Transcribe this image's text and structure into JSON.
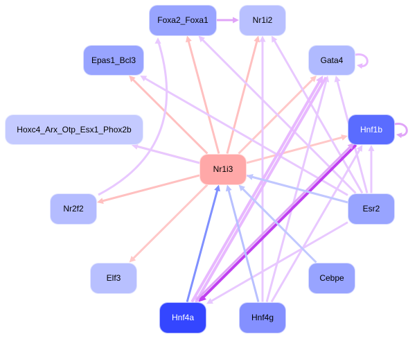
{
  "colors": {
    "regulates_out": "#ffc0c0",
    "interaction": "#e8c8ff",
    "strong_interaction": "#c040f0",
    "regulates_in_strong": "#8090ff",
    "regulates_in": "#c0c8ff"
  },
  "nodes": [
    {
      "id": "Foxa2_Foxa1",
      "label": "Foxa2_Foxa1",
      "fill": "#98a4ff",
      "text": "#000"
    },
    {
      "id": "Nr1i2",
      "label": "Nr1i2",
      "fill": "#b8c0ff",
      "text": "#000"
    },
    {
      "id": "Epas1_Bcl3",
      "label": "Epas1_Bcl3",
      "fill": "#98a4ff",
      "text": "#000"
    },
    {
      "id": "Gata4",
      "label": "Gata4",
      "fill": "#b0baff",
      "text": "#000"
    },
    {
      "id": "Hoxc4",
      "label": "Hoxc4_Arx_Otp_Esx1_Phox2b",
      "fill": "#c4caff",
      "text": "#000"
    },
    {
      "id": "Hnf1b",
      "label": "Hnf1b",
      "fill": "#5a6cff",
      "text": "#fff"
    },
    {
      "id": "Nr1i3",
      "label": "Nr1i3",
      "fill": "#ffa8a8",
      "text": "#000"
    },
    {
      "id": "Nr2f2",
      "label": "Nr2f2",
      "fill": "#b4bcff",
      "text": "#000"
    },
    {
      "id": "Esr2",
      "label": "Esr2",
      "fill": "#98a4ff",
      "text": "#000"
    },
    {
      "id": "Elf3",
      "label": "Elf3",
      "fill": "#b8c0ff",
      "text": "#000"
    },
    {
      "id": "Cebpe",
      "label": "Cebpe",
      "fill": "#98a4ff",
      "text": "#000"
    },
    {
      "id": "Hnf4a",
      "label": "Hnf4a",
      "fill": "#3446ff",
      "text": "#fff"
    },
    {
      "id": "Hnf4g",
      "label": "Hnf4g",
      "fill": "#8490ff",
      "text": "#000"
    }
  ],
  "edges": [
    {
      "from": "Nr1i3",
      "to": "Foxa2_Foxa1",
      "color": "#ffc0c0"
    },
    {
      "from": "Nr1i3",
      "to": "Nr1i2",
      "color": "#ffc0c0"
    },
    {
      "from": "Nr1i3",
      "to": "Epas1_Bcl3",
      "color": "#ffc0c0"
    },
    {
      "from": "Nr1i3",
      "to": "Gata4",
      "color": "#ffc8c8"
    },
    {
      "from": "Nr1i3",
      "to": "Hoxc4",
      "color": "#ffc8c8"
    },
    {
      "from": "Nr1i3",
      "to": "Hnf1b",
      "color": "#ffc8c8"
    },
    {
      "from": "Nr1i3",
      "to": "Nr2f2",
      "color": "#ffc0c0"
    },
    {
      "from": "Nr1i3",
      "to": "Elf3",
      "color": "#ffc8c8"
    },
    {
      "from": "Foxa2_Foxa1",
      "to": "Nr1i2",
      "color": "#e0a4f8"
    },
    {
      "from": "Gata4",
      "to": "Gata4",
      "color": "#e8b8ff"
    },
    {
      "from": "Hnf1b",
      "to": "Hnf1b",
      "color": "#e0a4f8"
    },
    {
      "from": "Nr2f2",
      "to": "Foxa2_Foxa1",
      "color": "#e8c8ff",
      "curved": true
    },
    {
      "from": "Esr2",
      "to": "Foxa2_Foxa1",
      "color": "#e8c8ff"
    },
    {
      "from": "Esr2",
      "to": "Nr1i2",
      "color": "#e8c8ff"
    },
    {
      "from": "Esr2",
      "to": "Epas1_Bcl3",
      "color": "#e8c8ff"
    },
    {
      "from": "Esr2",
      "to": "Hoxc4",
      "color": "#e8c8ff"
    },
    {
      "from": "Esr2",
      "to": "Gata4",
      "color": "#e8c8ff"
    },
    {
      "from": "Esr2",
      "to": "Hnf1b",
      "color": "#e8c8ff"
    },
    {
      "from": "Esr2",
      "to": "Hnf4a",
      "color": "#e8c8ff"
    },
    {
      "from": "Hnf4g",
      "to": "Nr1i2",
      "color": "#e8c8ff"
    },
    {
      "from": "Hnf4g",
      "to": "Gata4",
      "color": "#e8c8ff"
    },
    {
      "from": "Hnf4g",
      "to": "Hnf1b",
      "color": "#e8c8ff"
    },
    {
      "from": "Hnf4a",
      "to": "Gata4",
      "color": "#e8b8ff",
      "thick": true
    },
    {
      "from": "Gata4",
      "to": "Hnf4a",
      "color": "#e8b8ff",
      "thick": true
    },
    {
      "from": "Hnf1b",
      "to": "Hnf4a",
      "color": "#c040f0",
      "thick": true
    },
    {
      "from": "Hnf4a",
      "to": "Hnf1b",
      "color": "#e0a4f8"
    },
    {
      "from": "Hnf4a",
      "to": "Nr1i3",
      "color": "#8090ff"
    },
    {
      "from": "Hnf4g",
      "to": "Nr1i3",
      "color": "#b8c0ff"
    },
    {
      "from": "Cebpe",
      "to": "Nr1i3",
      "color": "#c0c8ff"
    },
    {
      "from": "Esr2",
      "to": "Nr1i3",
      "color": "#c0c8ff"
    }
  ]
}
